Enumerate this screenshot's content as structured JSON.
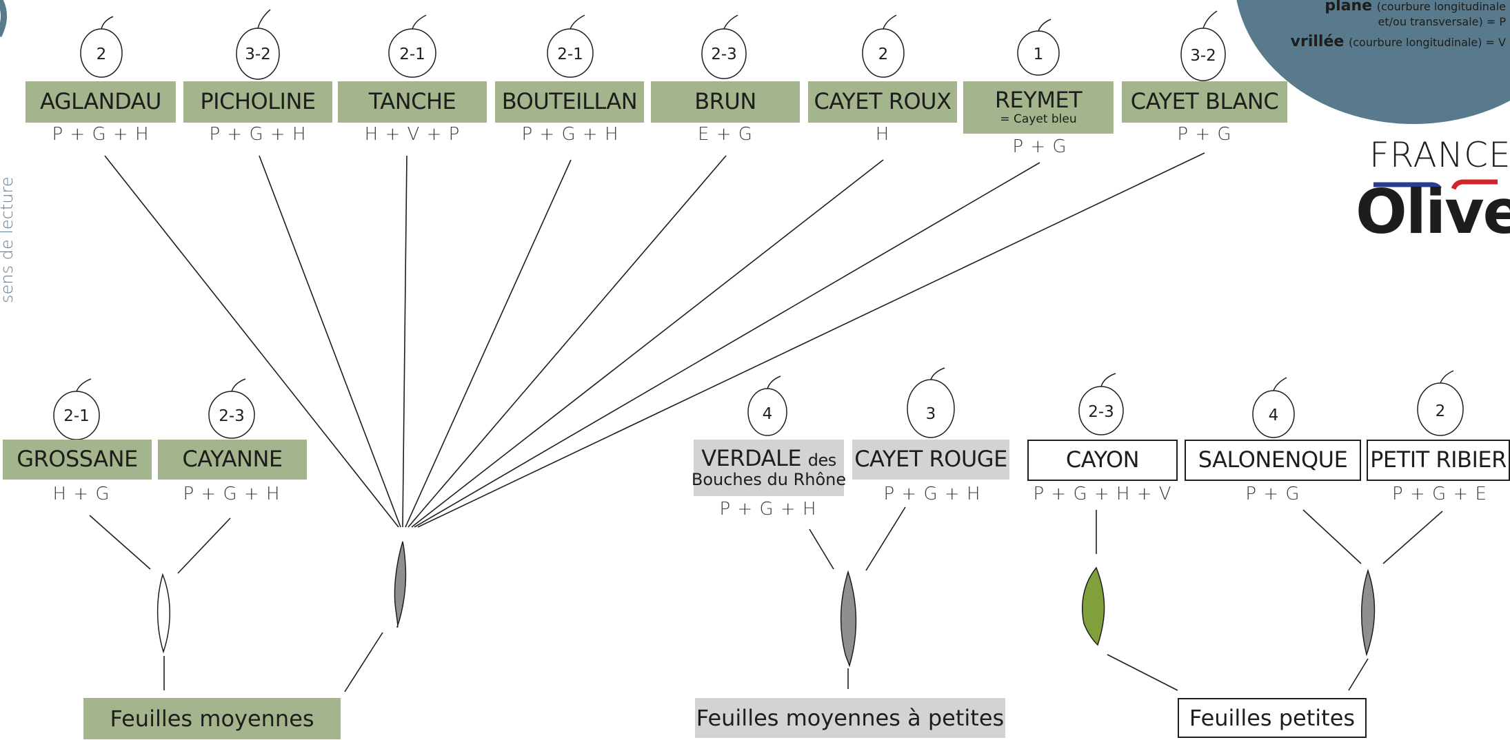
{
  "reading_direction_label": "sens de lecture",
  "legend": {
    "line1_bold": "plane",
    "line1_rest": "(courbure longitudinale",
    "line2": "et/ou transversale) = P",
    "line3_bold": "vrillée",
    "line3_rest": "(courbure longitudinale) = V"
  },
  "logo": {
    "line1": "FRANCE",
    "line2": "Olive"
  },
  "top_row": [
    {
      "name": "AGLANDAU",
      "fruit": "2",
      "formula": "P + G + H"
    },
    {
      "name": "PICHOLINE",
      "fruit": "3-2",
      "formula": "P + G + H"
    },
    {
      "name": "TANCHE",
      "fruit": "2-1",
      "formula": "H + V + P"
    },
    {
      "name": "BOUTEILLAN",
      "fruit": "2-1",
      "formula": "P + G + H"
    },
    {
      "name": "BRUN",
      "fruit": "2-3",
      "formula": "E + G"
    },
    {
      "name": "CAYET ROUX",
      "fruit": "2",
      "formula": "H"
    },
    {
      "name": "REYMET",
      "sub": "= Cayet bleu",
      "fruit": "1",
      "formula": "P + G"
    },
    {
      "name": "CAYET BLANC",
      "fruit": "3-2",
      "formula": "P + G"
    }
  ],
  "bottom_row": [
    {
      "name": "GROSSANE",
      "fruit": "2-1",
      "formula": "H + G"
    },
    {
      "name": "CAYANNE",
      "fruit": "2-3",
      "formula": "P + G + H"
    },
    {
      "name": "VERDALE",
      "name_small": "des",
      "name_line2": "Bouches du Rhône",
      "fruit": "4",
      "formula": "P + G + H"
    },
    {
      "name": "CAYET ROUGE",
      "fruit": "3",
      "formula": "P + G + H"
    },
    {
      "name": "CAYON",
      "fruit": "2-3",
      "formula": "P + G + H + V"
    },
    {
      "name": "SALONENQUE",
      "fruit": "4",
      "formula": "P + G"
    },
    {
      "name": "PETIT RIBIER",
      "fruit": "2",
      "formula": "P + G + E"
    }
  ],
  "groups": [
    {
      "label": "Feuilles moyennes"
    },
    {
      "label": "Feuilles moyennes à petites"
    },
    {
      "label": "Feuilles petites"
    }
  ],
  "colors": {
    "green_box": "#a4b48c",
    "grey_box": "#d3d3d3",
    "leaf_grey": "#8f8f8f",
    "leaf_green": "#7fa03a",
    "legend_bg": "#587a8c",
    "logo_blue": "#2a3c8f",
    "logo_red": "#d4242b"
  }
}
